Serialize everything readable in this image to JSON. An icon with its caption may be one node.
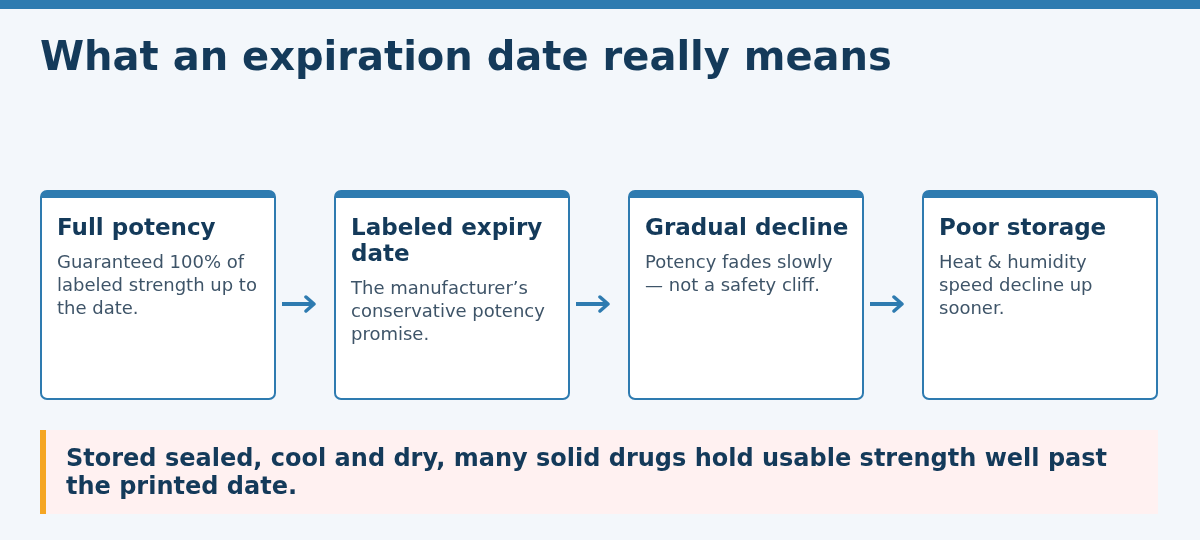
{
  "diagram": {
    "title": "What an expiration date really means",
    "nodes": [
      {
        "text": [
          "Full potency",
          "Guaranteed 100% of labeled strength up to the date."
        ]
      },
      {
        "text": [
          "Labeled expiry date",
          "The manufacturer’s conservative potency promise."
        ]
      },
      {
        "text": [
          "Gradual decline",
          "Potency fades slowly — not a safety cliff."
        ]
      },
      {
        "text": [
          "Poor storage",
          "Heat & humidity speed decline up sooner."
        ]
      },
      {
        "text": [
          "Stored sealed, cool and dry, many solid drugs hold usable strength well past the printed date."
        ]
      }
    ],
    "edges": [
      {
        "from": 0,
        "to": 1,
        "arrow": "to"
      },
      {
        "from": 1,
        "to": 2,
        "arrow": "to"
      },
      {
        "from": 2,
        "to": 3,
        "arrow": "to"
      }
    ]
  }
}
